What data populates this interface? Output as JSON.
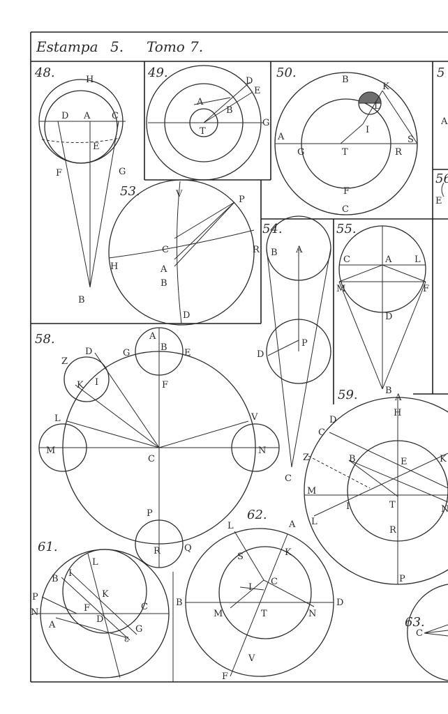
{
  "header": {
    "title_left": "Estampa",
    "plate_number": "5.",
    "title_right": "Tomo",
    "volume_number": "7."
  },
  "figures": {
    "f48": {
      "number": "48.",
      "labels": [
        "H",
        "D",
        "A",
        "C",
        "E",
        "F",
        "G",
        "B"
      ]
    },
    "f49": {
      "number": "49.",
      "labels": [
        "D",
        "E",
        "A",
        "B",
        "T",
        "G"
      ]
    },
    "f50": {
      "number": "50.",
      "labels": [
        "B",
        "K",
        "L",
        "I",
        "S",
        "A",
        "G",
        "T",
        "R",
        "F",
        "C"
      ]
    },
    "f51": {
      "number": "5",
      "labels": [
        "A",
        "E"
      ]
    },
    "f56": {
      "number": "56"
    },
    "f53": {
      "number": "53.",
      "labels": [
        "V",
        "P",
        "C",
        "R",
        "H",
        "A",
        "B",
        "D"
      ]
    },
    "f54": {
      "number": "54.",
      "labels": [
        "B",
        "A",
        "P",
        "D",
        "C"
      ]
    },
    "f55": {
      "number": "55.",
      "labels": [
        "C",
        "A",
        "L",
        "M",
        "F",
        "D",
        "B"
      ]
    },
    "f58": {
      "number": "58.",
      "labels": [
        "A",
        "B",
        "G",
        "E",
        "D",
        "Z",
        "K",
        "I",
        "F",
        "L",
        "V",
        "M",
        "N",
        "C",
        "P",
        "R",
        "Q"
      ]
    },
    "f59": {
      "number": "59.",
      "labels": [
        "A",
        "H",
        "D",
        "C",
        "B",
        "E",
        "K",
        "Z",
        "M",
        "I",
        "T",
        "N",
        "L",
        "R",
        "P"
      ]
    },
    "f61": {
      "number": "61.",
      "labels": [
        "L",
        "B",
        "I",
        "K",
        "P",
        "C",
        "N",
        "F",
        "A",
        "D",
        "G",
        "ε"
      ]
    },
    "f62": {
      "number": "62.",
      "labels": [
        "A",
        "L",
        "S",
        "K",
        "C",
        "I",
        "B",
        "M",
        "T",
        "N",
        "D",
        "V",
        "F"
      ]
    },
    "f63": {
      "number": "63.",
      "labels": [
        "C"
      ]
    }
  }
}
